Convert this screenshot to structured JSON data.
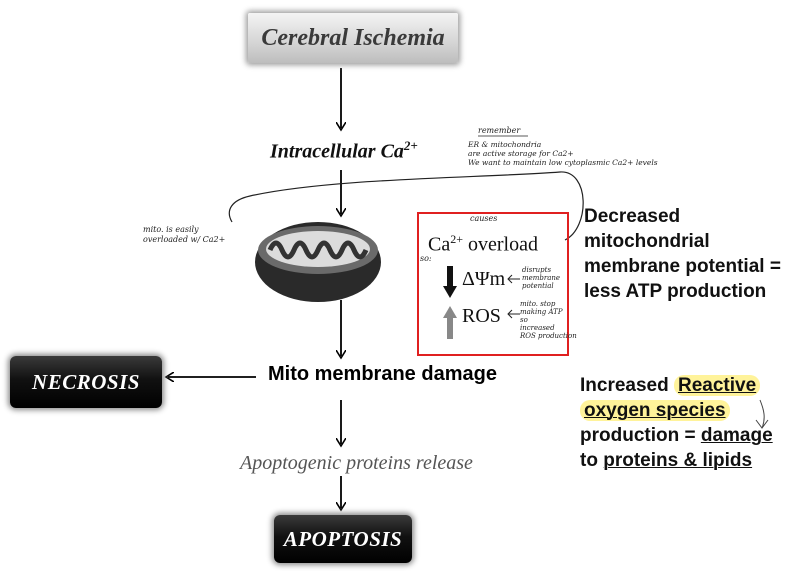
{
  "nodes": {
    "top": "Cerebral Ischemia",
    "intracellular": "Intracellular Ca",
    "intracellular_sup": "2+",
    "mito_damage": "Mito membrane damage",
    "necrosis": "NECROSIS",
    "apoptogenic": "Apoptogenic proteins release",
    "apoptosis": "APOPTOSIS"
  },
  "red_box": {
    "ca": "Ca",
    "ca_sup": "2+",
    "overload": " overload",
    "delta_psi": "ΔΨm",
    "ros": "ROS"
  },
  "explanations": {
    "decreased": "Decreased mitochondrial membrane potential = less ATP production",
    "increased_1": "Increased ",
    "increased_hl_1": "Reactive",
    "increased_hl_2": "oxygen species",
    "increased_2": "production = ",
    "increased_ul_1": "damage",
    "increased_3": "to ",
    "increased_ul_2": "proteins & lipids"
  },
  "handwritten": {
    "remember": "remember",
    "note_1": "ER & mitochondria",
    "note_2": "are active storage for Ca2+",
    "note_3": "We want to maintain low cytoplasmic Ca2+ levels",
    "mito_note_1": "mito. is easily",
    "mito_note_2": "overloaded w/ Ca2+",
    "causes": "causes",
    "so": "so:",
    "disrupts_1": "disrupts",
    "disrupts_2": "membrane",
    "disrupts_3": "potential",
    "ros_note_1": "mito. stop",
    "ros_note_2": "making ATP",
    "ros_note_3": "so",
    "ros_note_4": "increased",
    "ros_note_5": "ROS production"
  },
  "colors": {
    "red_box_border": "#e02020",
    "highlight": "#fff39a"
  }
}
